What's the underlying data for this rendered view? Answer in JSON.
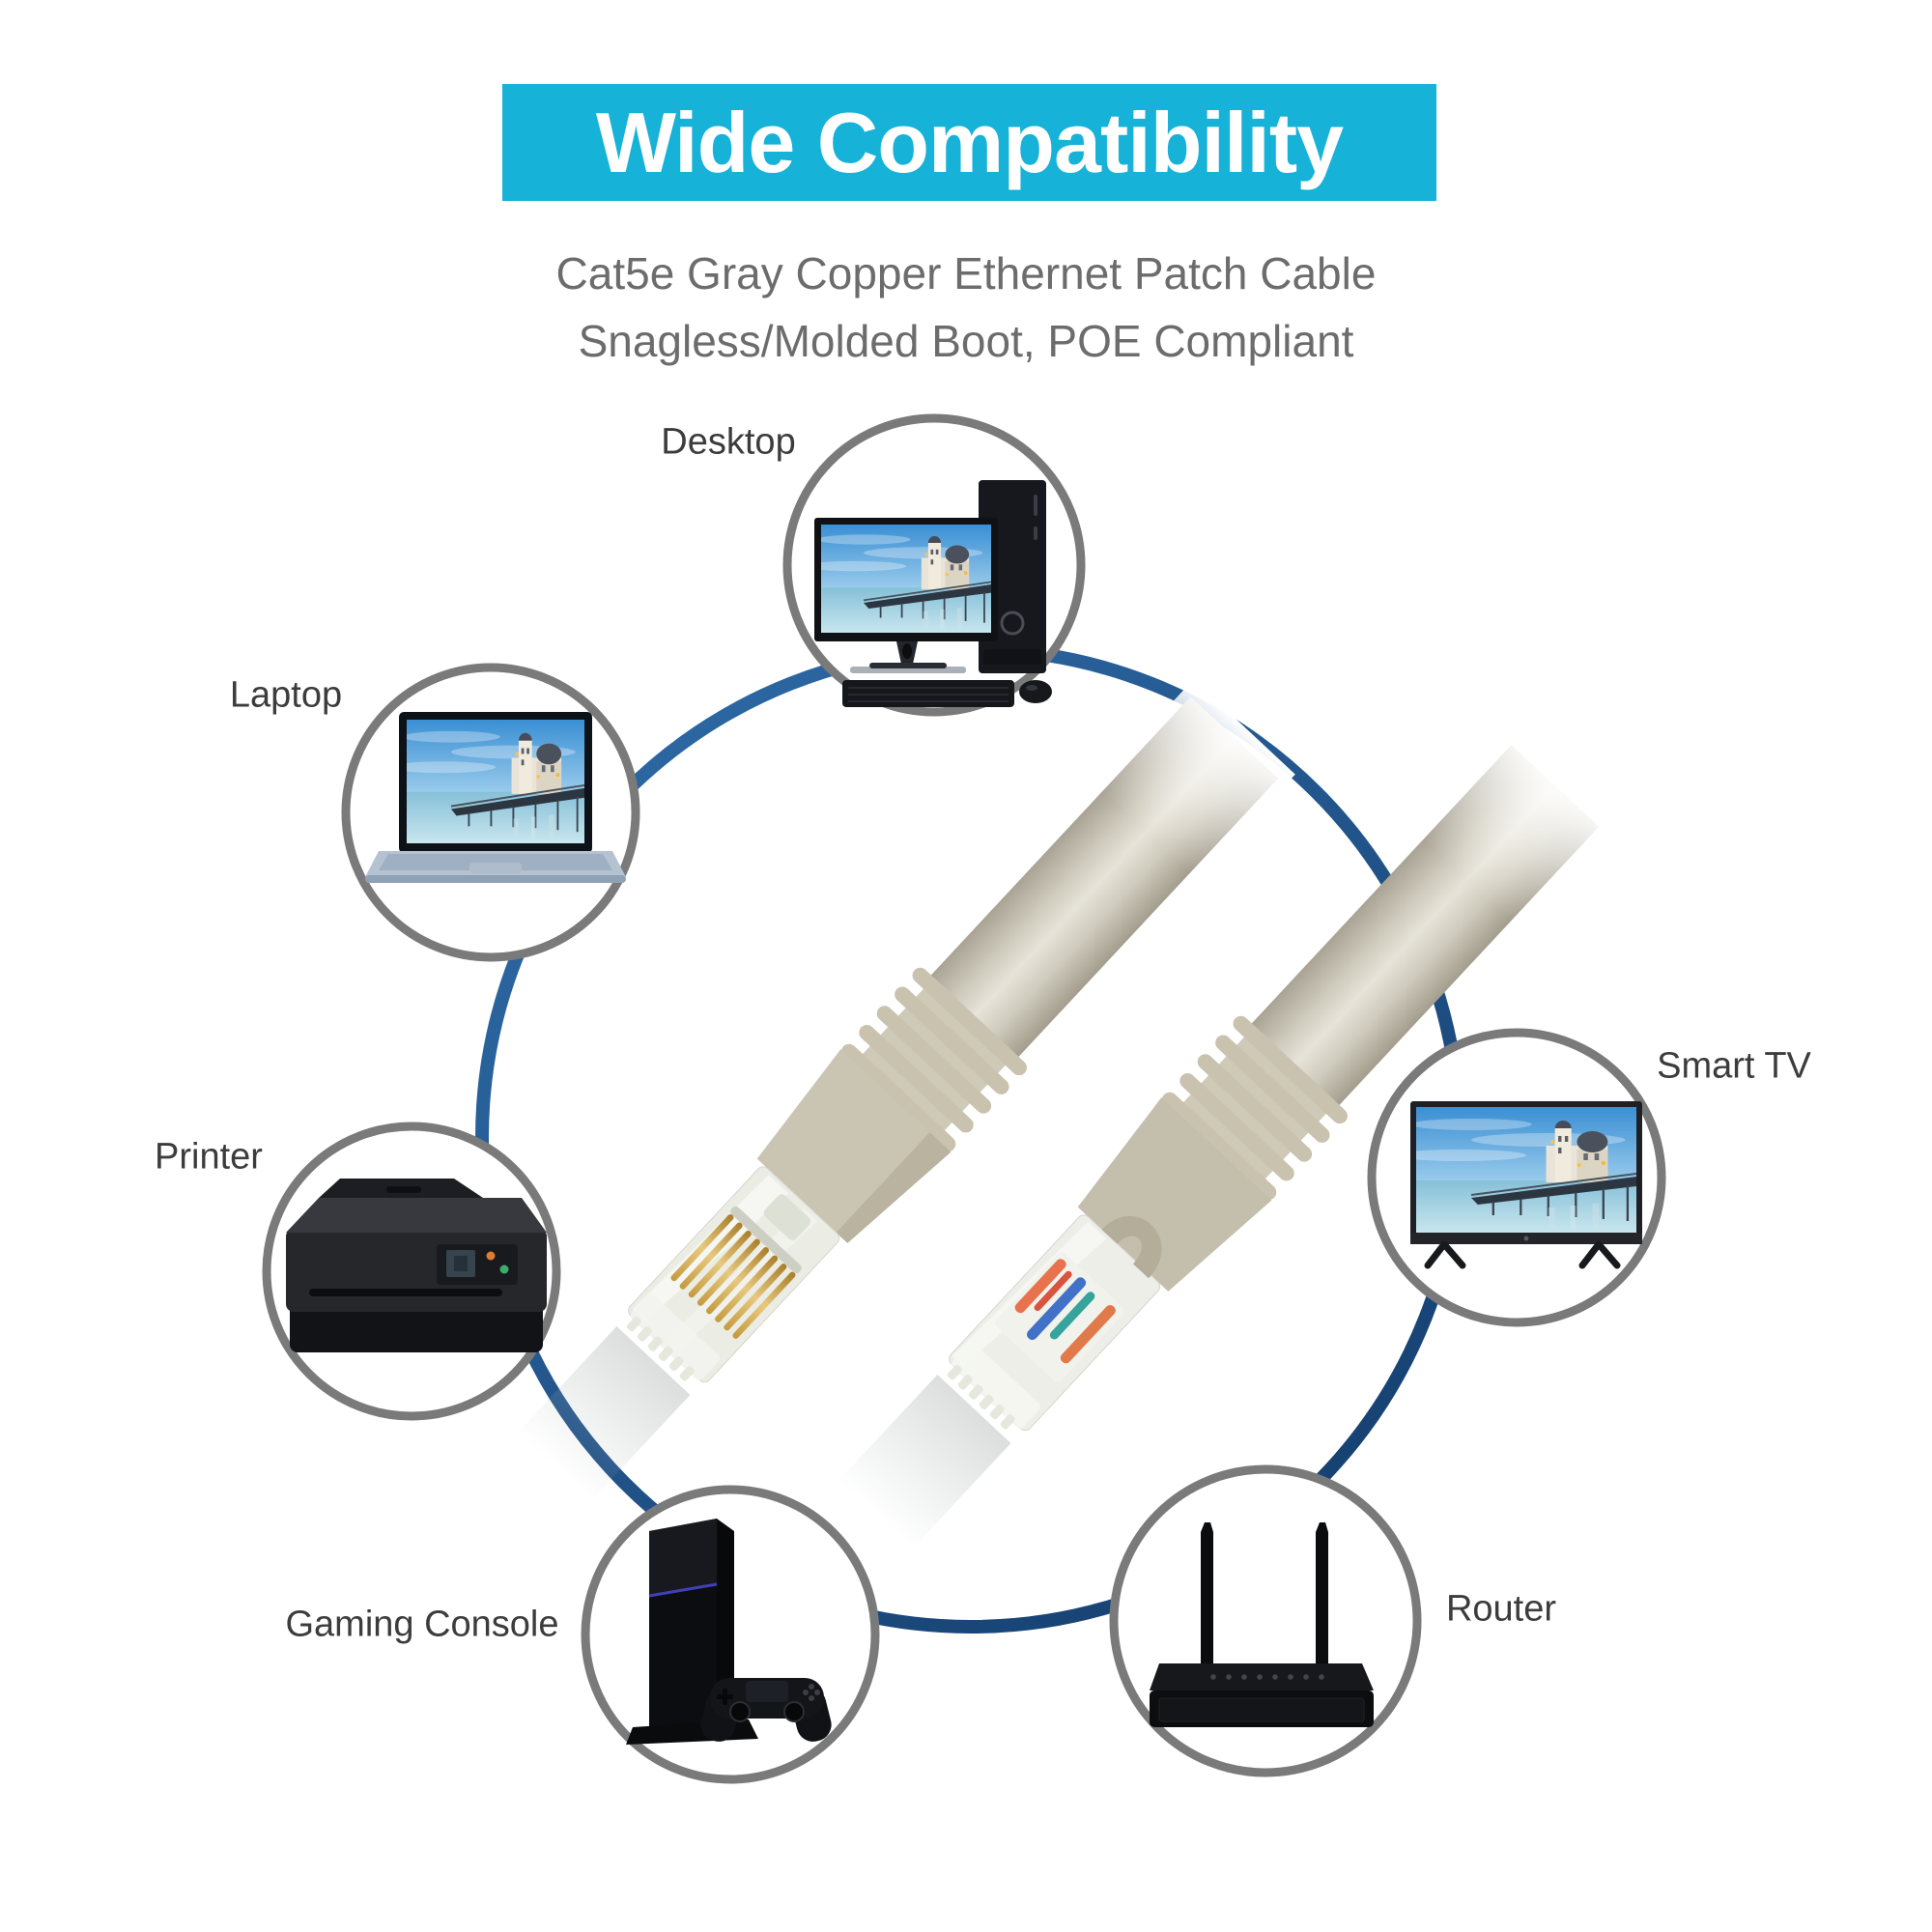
{
  "banner": {
    "title": "Wide Compatibility",
    "background_color": "#16b2d8",
    "text_color": "#ffffff"
  },
  "subtitle": {
    "line1": "Cat5e Gray Copper Ethernet Patch Cable",
    "line2": "Snagless/Molded Boot, POE Compliant",
    "color": "#6c6c6c"
  },
  "diagram": {
    "ring_color": "#1b4c80",
    "node_border_color": "#7a7a7a",
    "devices": [
      {
        "id": "desktop",
        "label": "Desktop",
        "icon": "desktop-computer-icon"
      },
      {
        "id": "laptop",
        "label": "Laptop",
        "icon": "laptop-icon"
      },
      {
        "id": "printer",
        "label": "Printer",
        "icon": "printer-icon"
      },
      {
        "id": "gaming-console",
        "label": "Gaming Console",
        "icon": "gaming-console-icon"
      },
      {
        "id": "router",
        "label": "Router",
        "icon": "router-icon"
      },
      {
        "id": "smart-tv",
        "label": "Smart TV",
        "icon": "smart-tv-icon"
      }
    ]
  },
  "center_image": {
    "icon": "ethernet-cable-rj45-connectors-image",
    "cable_color": "#cfcabc",
    "connector_count": 2
  }
}
